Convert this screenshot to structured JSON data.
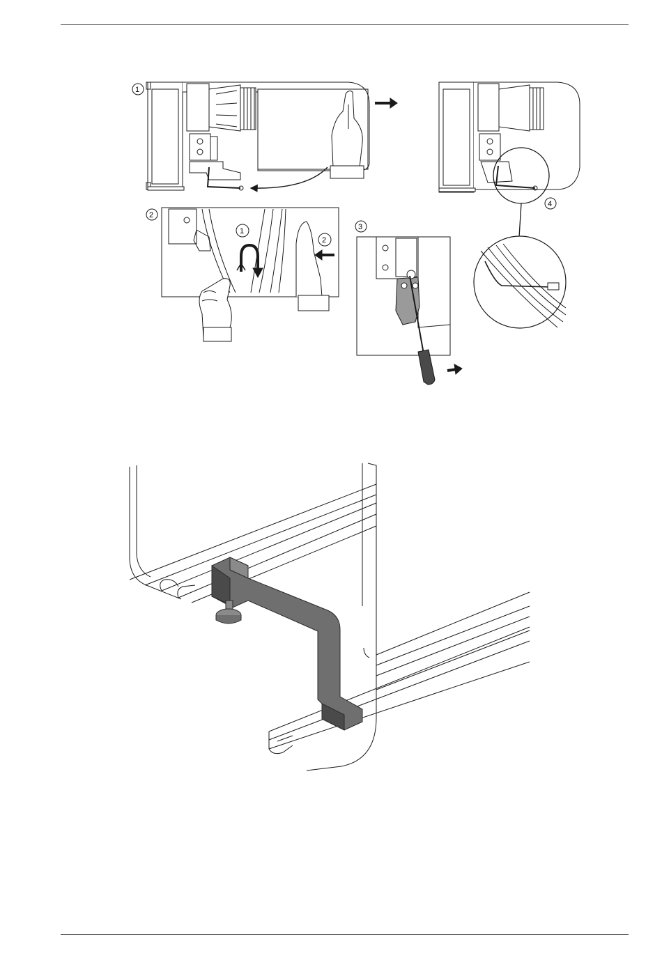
{
  "steps": {
    "step1": "1",
    "step2": "2",
    "step3": "3",
    "step4": "4",
    "sub1": "1",
    "sub2": "2"
  },
  "colors": {
    "line": "#1a1a1a",
    "bracket": "#6f6f6f",
    "bracket_dark": "#4a4a4a",
    "profile_fill": "#f4f4f4",
    "skin": "#ffffff"
  }
}
